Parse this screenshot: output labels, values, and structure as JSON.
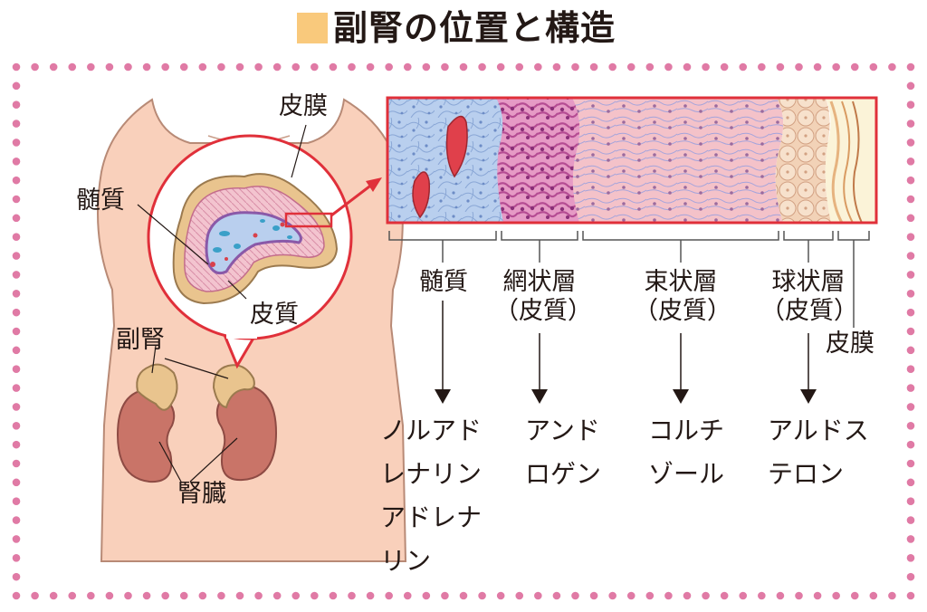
{
  "title": "副腎の位置と構造",
  "colors": {
    "accent_square": "#f9c97c",
    "dot_border": "#e07aa5",
    "skin": "#f9d0bb",
    "skin_outline": "#b88a76",
    "kidney": "#c97468",
    "adrenal": "#e9c48e",
    "highlight_red": "#e0303a"
  },
  "labels": {
    "capsule_top": "皮膜",
    "medulla_left": "髄質",
    "cortex": "皮質",
    "adrenal": "副腎",
    "kidney": "腎臓"
  },
  "layers": [
    {
      "name": "髄質",
      "sub": ""
    },
    {
      "name": "網状層",
      "sub": "（皮質）"
    },
    {
      "name": "束状層",
      "sub": "（皮質）"
    },
    {
      "name": "球状層",
      "sub": "（皮質）"
    },
    {
      "name": "皮膜",
      "sub": ""
    }
  ],
  "hormones": {
    "medulla": [
      "ノルアド",
      "レナリン",
      "アドレナ",
      "リン"
    ],
    "reticularis": [
      "アンド",
      "ロゲン"
    ],
    "fasciculata": [
      "コルチ",
      "ゾール"
    ],
    "glomerulosa": [
      "アルドス",
      "テロン"
    ]
  }
}
